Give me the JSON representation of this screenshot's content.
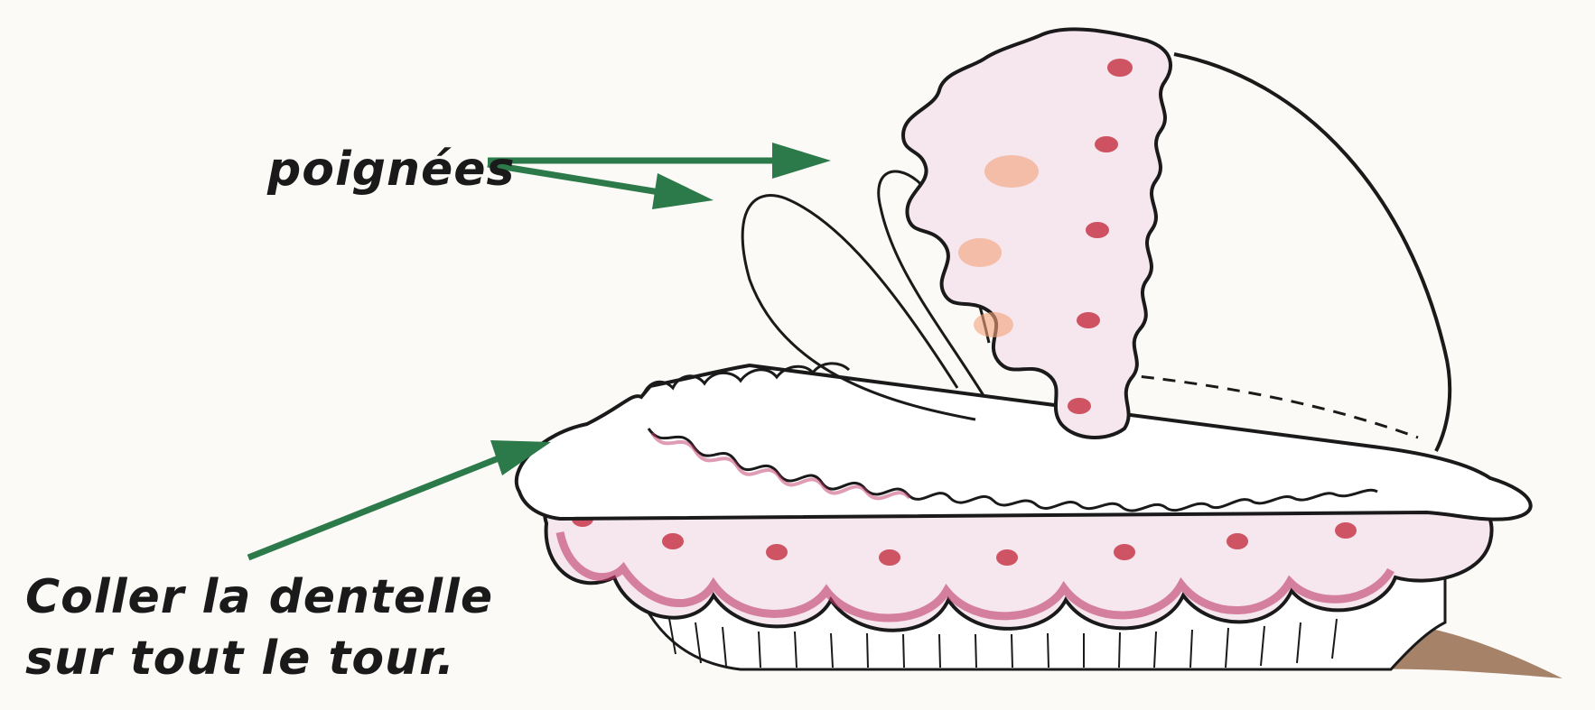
{
  "labels": {
    "handles": "poignées",
    "glue_line1": "Coller la dentelle",
    "glue_line2": "sur tout le tour."
  },
  "colors": {
    "background": "#fbfaf7",
    "arrow": "#2c7a4a",
    "outline": "#1a1a1a",
    "lace_fill": "#f6e6ee",
    "lace_shadow": "#c03a6a",
    "lace_dot": "#c8394a",
    "orange_tint": "#f4a27a",
    "tray_ground": "#8a5a3a"
  }
}
